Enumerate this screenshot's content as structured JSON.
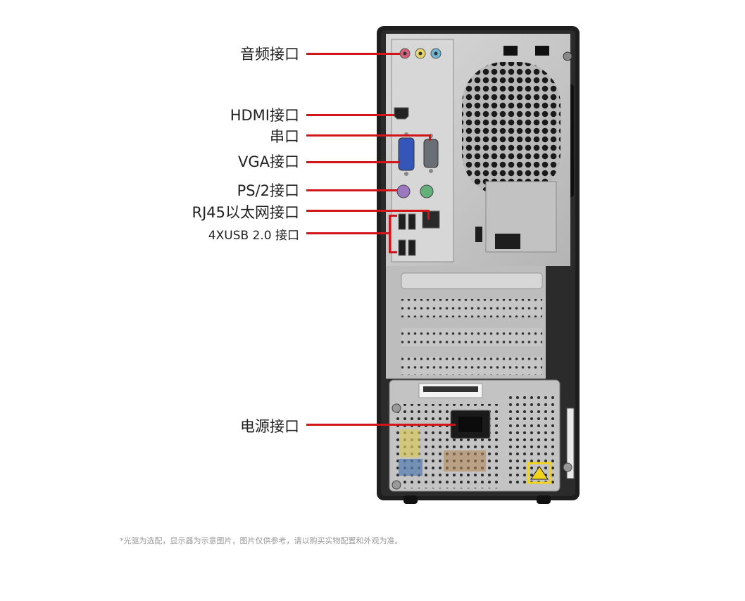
{
  "labels": {
    "audio": "音频接口",
    "hdmi": "HDMI接口",
    "serial": "串口",
    "vga": "VGA接口",
    "ps2": "PS/2接口",
    "rj45": "RJ45以太网接口",
    "usb": "4XUSB 2.0 接口",
    "power": "电源接口"
  },
  "footnote": "*光驱为选配，显示器为示意图片，图片仅供参考，请以购买实物配置和外观为准。",
  "colors": {
    "leader": "#d0161b",
    "chassis": "#1e1e1e",
    "panel": "#c9c9c9"
  }
}
